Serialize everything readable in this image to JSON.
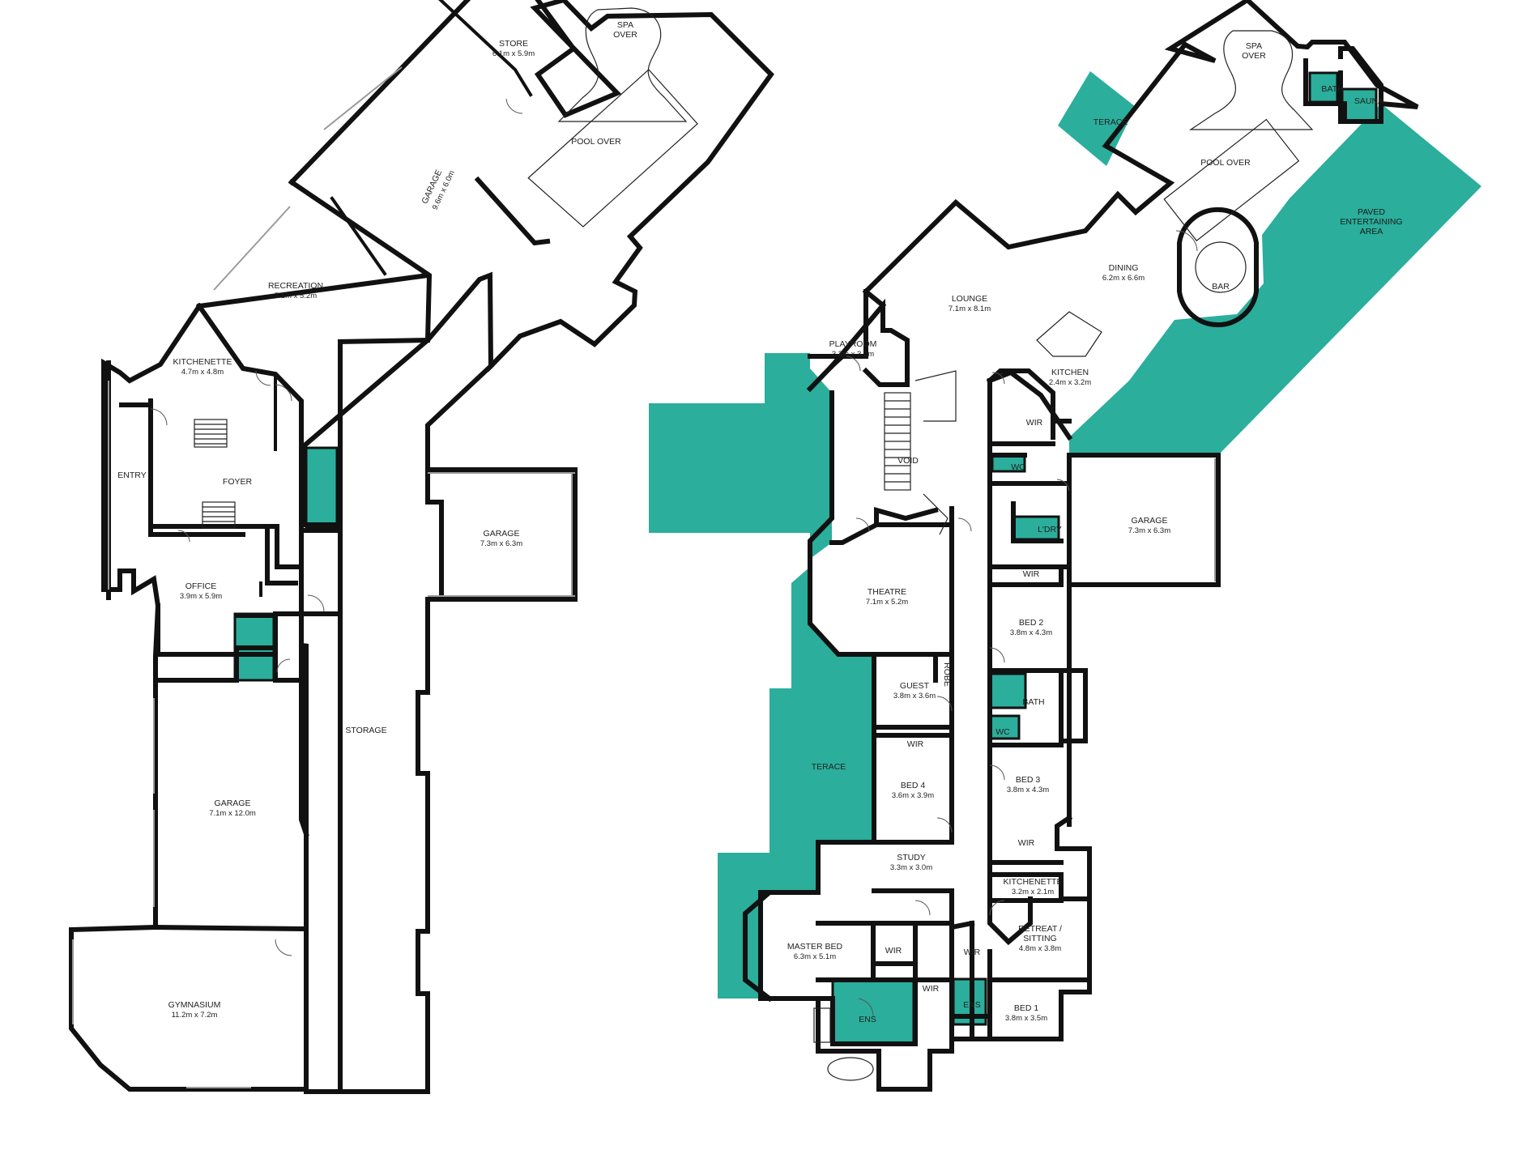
{
  "colors": {
    "teal": "#2bae9b",
    "wall": "#111111",
    "background": "#ffffff"
  },
  "lower_floor": {
    "store": {
      "name": "STORE",
      "dim": "6.1m x 5.9m"
    },
    "spa": {
      "line1": "SPA",
      "line2": "OVER"
    },
    "pool": {
      "name": "POOL OVER"
    },
    "garage_angled": {
      "name": "GARAGE",
      "dim": "9.6m x 6.0m"
    },
    "recreation": {
      "name": "RECREATION",
      "dim": "7.1m x 5.2m"
    },
    "kitchenette": {
      "name": "KITCHENETTE",
      "dim": "4.7m x 4.8m"
    },
    "entry": {
      "name": "ENTRY"
    },
    "foyer": {
      "name": "FOYER"
    },
    "office": {
      "name": "OFFICE",
      "dim": "3.9m x 5.9m"
    },
    "garage_right": {
      "name": "GARAGE",
      "dim": "7.3m x 6.3m"
    },
    "storage": {
      "name": "STORAGE"
    },
    "garage_large": {
      "name": "GARAGE",
      "dim": "7.1m x 12.0m"
    },
    "gymnasium": {
      "name": "GYMNASIUM",
      "dim": "11.2m x 7.2m"
    }
  },
  "upper_floor": {
    "spa": {
      "line1": "SPA",
      "line2": "OVER"
    },
    "bath_top": {
      "name": "BATH"
    },
    "sauna": {
      "name": "SAUNA"
    },
    "terace_top": {
      "name": "TERACE"
    },
    "pool": {
      "name": "POOL OVER"
    },
    "paved": {
      "line1": "PAVED",
      "line2": "ENTERTAINING",
      "line3": "AREA"
    },
    "dining": {
      "name": "DINING",
      "dim": "6.2m x 6.6m"
    },
    "bar": {
      "name": "BAR"
    },
    "lounge": {
      "name": "LOUNGE",
      "dim": "7.1m x 8.1m"
    },
    "playroom": {
      "name": "PLAYROOM",
      "dim": "3.2m x 3.2m"
    },
    "kitchen": {
      "name": "KITCHEN",
      "dim": "2.4m x 3.2m"
    },
    "wir_kitchen": {
      "name": "WIR"
    },
    "void": {
      "name": "VOID"
    },
    "wc_top": {
      "name": "WC"
    },
    "ldry": {
      "name": "L'DRY"
    },
    "garage": {
      "name": "GARAGE",
      "dim": "7.3m x 6.3m"
    },
    "theatre": {
      "name": "THEATRE",
      "dim": "7.1m x 5.2m"
    },
    "wir_bed2": {
      "name": "WIR"
    },
    "bed2": {
      "name": "BED 2",
      "dim": "3.8m x 4.3m"
    },
    "robe": {
      "name": "ROBE"
    },
    "guest": {
      "name": "GUEST",
      "dim": "3.8m x 3.6m"
    },
    "bath_mid": {
      "name": "BATH"
    },
    "wc_mid": {
      "name": "WC"
    },
    "wir_bed4": {
      "name": "WIR"
    },
    "terace_left": {
      "name": "TERACE"
    },
    "bed4": {
      "name": "BED 4",
      "dim": "3.6m x 3.9m"
    },
    "bed3": {
      "name": "BED 3",
      "dim": "3.8m x 4.3m"
    },
    "wir_bed3": {
      "name": "WIR"
    },
    "study": {
      "name": "STUDY",
      "dim": "3.3m x 3.0m"
    },
    "kitchenette": {
      "name": "KITCHENETTE",
      "dim": "3.2m x 2.1m"
    },
    "retreat": {
      "line1": "RETREAT /",
      "line2": "SITTING",
      "dim": "4.8m x 3.8m"
    },
    "master": {
      "name": "MASTER BED",
      "dim": "6.3m x 5.1m"
    },
    "wir_master1": {
      "name": "WIR"
    },
    "wir_master2": {
      "name": "WIR"
    },
    "wir_bed1": {
      "name": "WIR"
    },
    "ens_master": {
      "name": "ENS"
    },
    "ens_bed1": {
      "name": "ENS"
    },
    "bed1": {
      "name": "BED 1",
      "dim": "3.8m x 3.5m"
    }
  }
}
